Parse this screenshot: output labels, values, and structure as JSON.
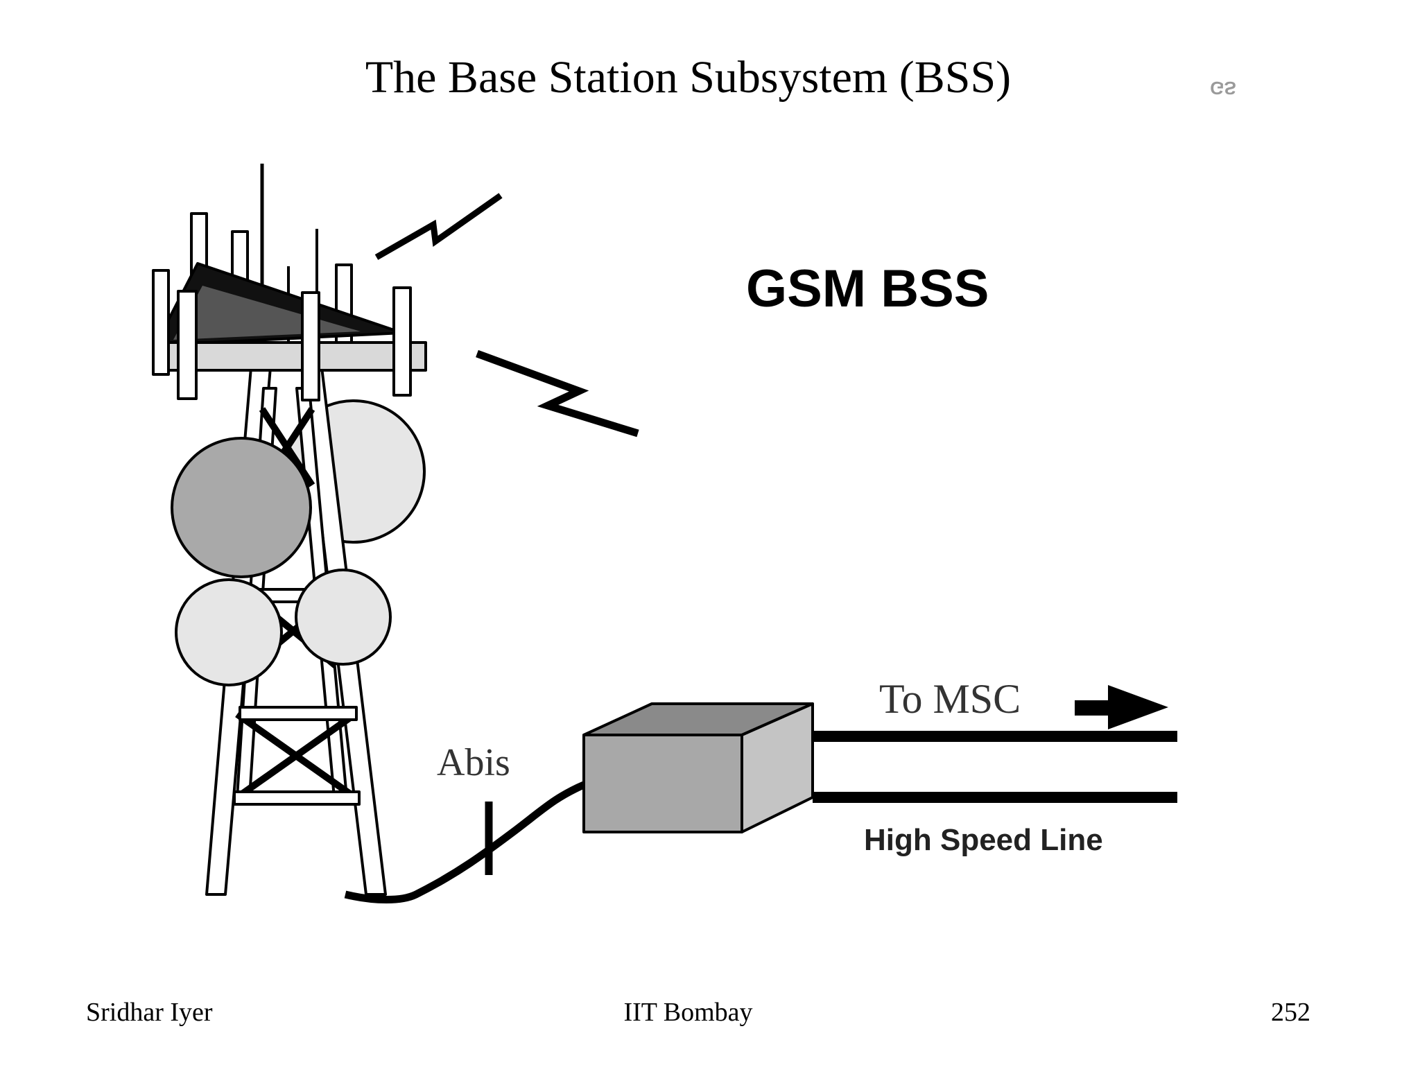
{
  "slide": {
    "title": "The Base Station Subsystem (BSS)",
    "corner_mark": "GS"
  },
  "diagram": {
    "heading": "GSM BSS",
    "interface_label": "Abis",
    "destination_label": "To MSC",
    "line_label": "High Speed Line",
    "colors": {
      "ink": "#000000",
      "dish_dark": "#a9a9a9",
      "dish_light": "#e6e6e6",
      "box_front": "#a8a8a8",
      "box_top": "#8a8a8a",
      "box_side": "#c4c4c4",
      "platform": "#d9d9d9"
    }
  },
  "footer": {
    "author": "Sridhar Iyer",
    "institution": "IIT Bombay",
    "page_number": "252"
  }
}
